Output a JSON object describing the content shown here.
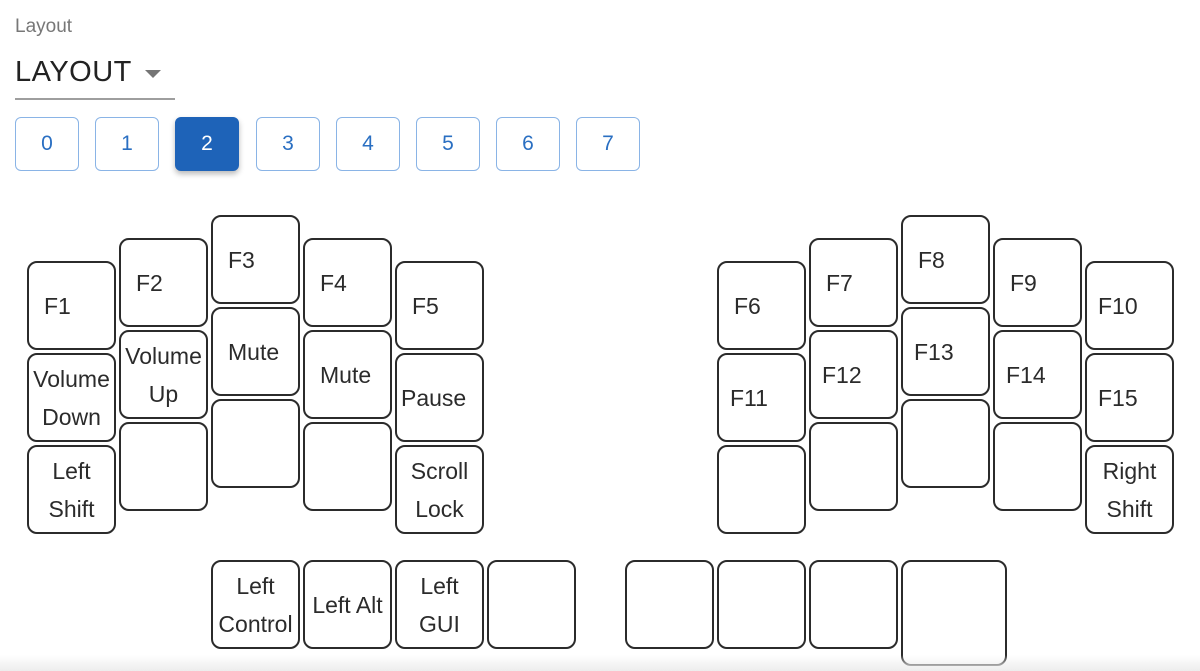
{
  "layout_field": {
    "label": "Layout",
    "selected": "LAYOUT"
  },
  "layers": {
    "selected": "2",
    "items": [
      "0",
      "1",
      "2",
      "3",
      "4",
      "5",
      "6",
      "7"
    ]
  },
  "colors": {
    "accent": "#1e63b8",
    "layer_border": "#8ab4e6",
    "key_border": "#2b2b2b"
  },
  "keys": {
    "left": [
      [
        "F1",
        "Volume Down",
        "Left Shift"
      ],
      [
        "F2",
        "Volume Up",
        ""
      ],
      [
        "F3",
        "Mute",
        ""
      ],
      [
        "F4",
        "Mute",
        ""
      ],
      [
        "F5",
        "Pause",
        "Scroll Lock"
      ]
    ],
    "right": [
      [
        "F6",
        "F11",
        ""
      ],
      [
        "F7",
        "F12",
        ""
      ],
      [
        "F8",
        "F13",
        ""
      ],
      [
        "F9",
        "F14",
        ""
      ],
      [
        "F10",
        "F15",
        "Right Shift"
      ]
    ],
    "thumb_left": [
      "Left Control",
      "Left Alt",
      "Left GUI",
      ""
    ],
    "thumb_right": [
      "",
      "",
      "",
      ""
    ]
  }
}
